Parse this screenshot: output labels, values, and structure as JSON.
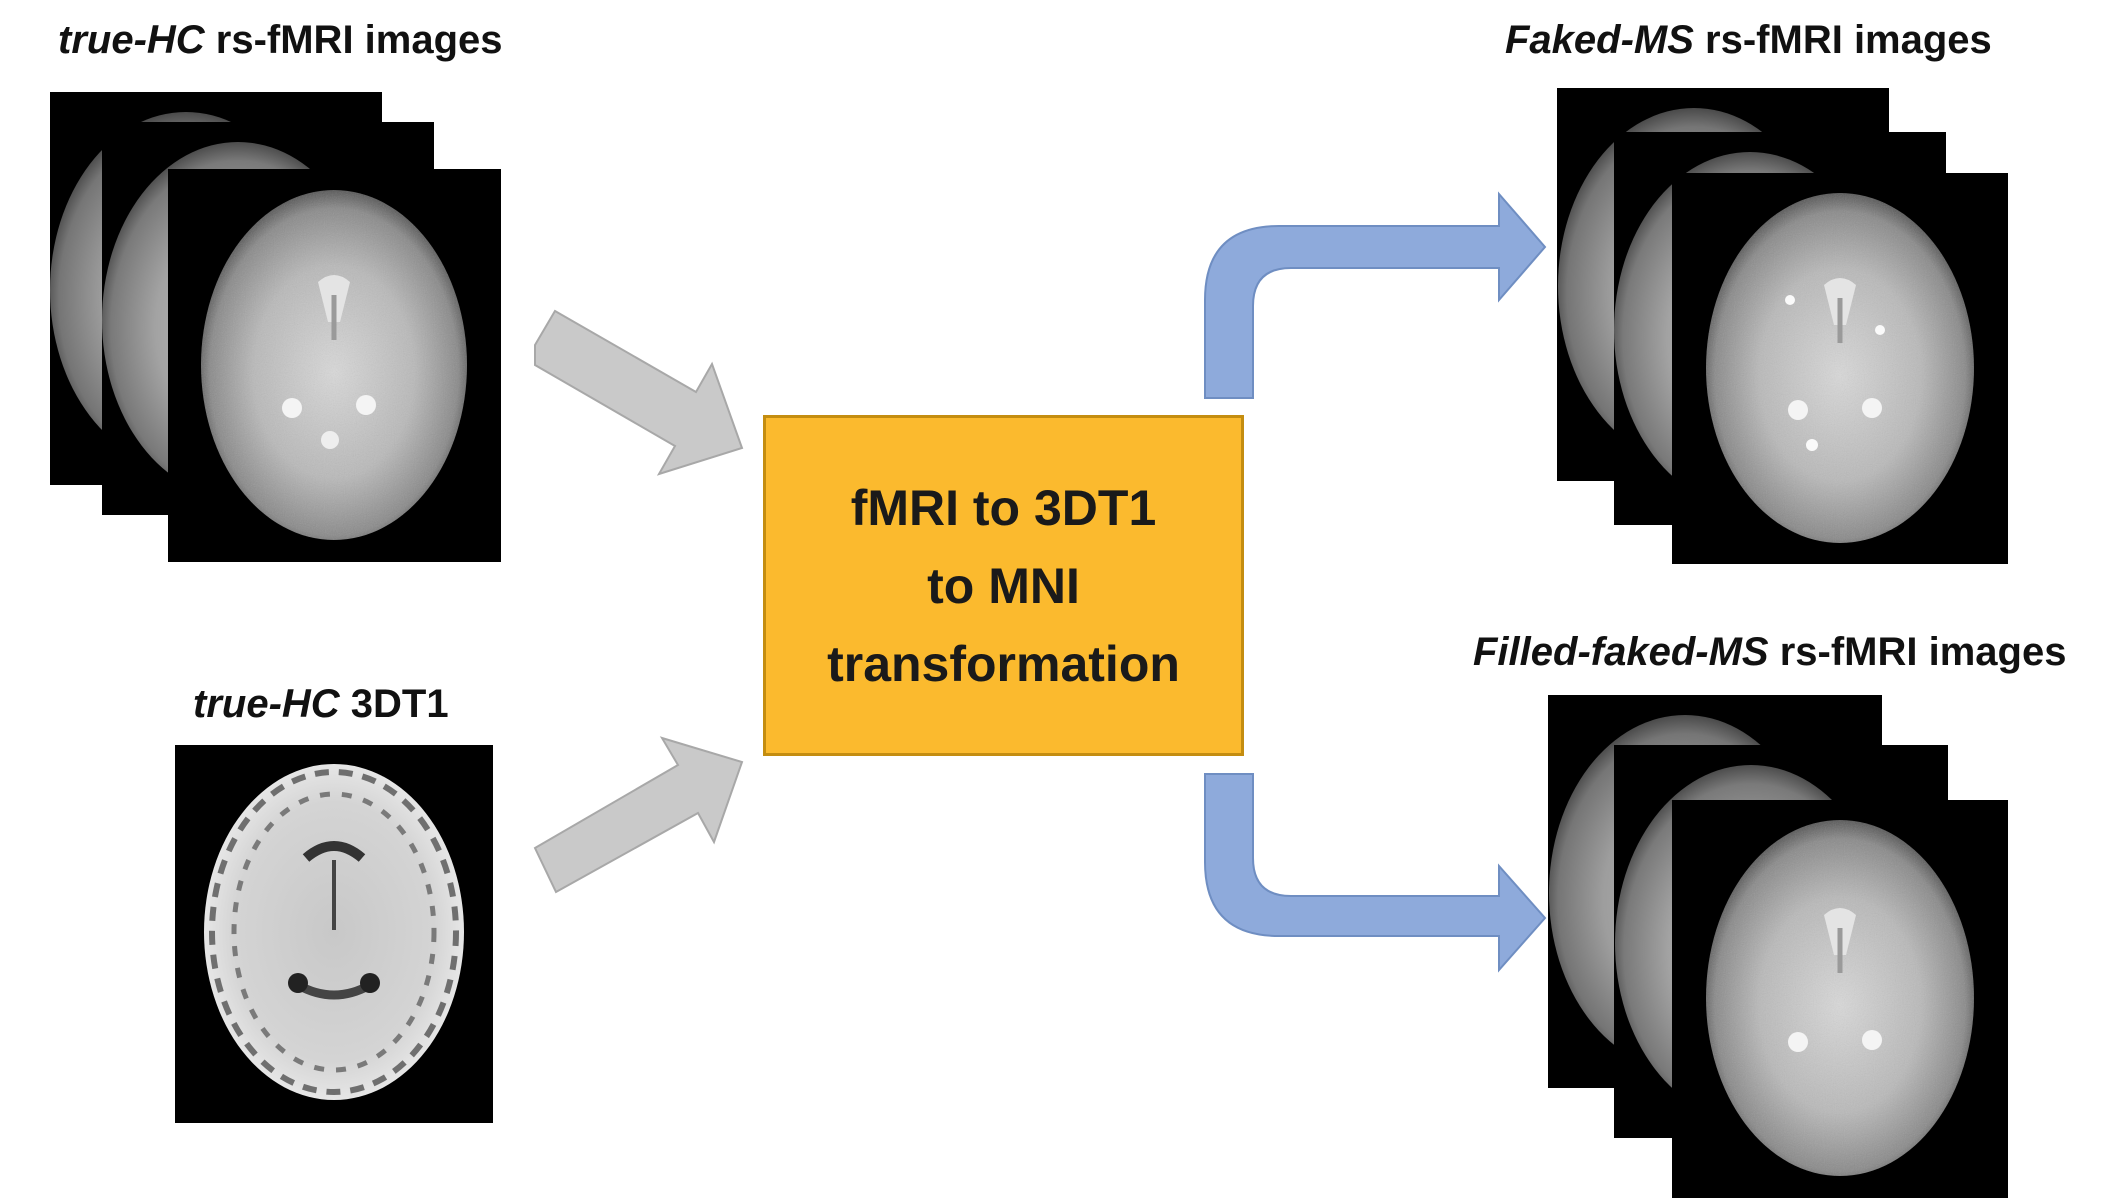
{
  "labels": {
    "true_hc_fmri": {
      "italic": "true-HC",
      "rest": " rs-fMRI images"
    },
    "true_hc_3dt1": {
      "italic": "true-HC",
      "rest": " 3DT1"
    },
    "faked_ms": {
      "italic": "Faked-MS",
      "rest": " rs-fMRI images"
    },
    "filled_faked_ms": {
      "italic": "Filled-faked-MS",
      "rest": " rs-fMRI images"
    }
  },
  "process_box": {
    "line1": "fMRI to 3DT1",
    "line2": "to MNI",
    "line3": "transformation"
  },
  "colors": {
    "process_box_fill": "#fbba2e",
    "input_arrow_fill": "#c9c9c9",
    "output_arrow_fill": "#8eaadb"
  }
}
